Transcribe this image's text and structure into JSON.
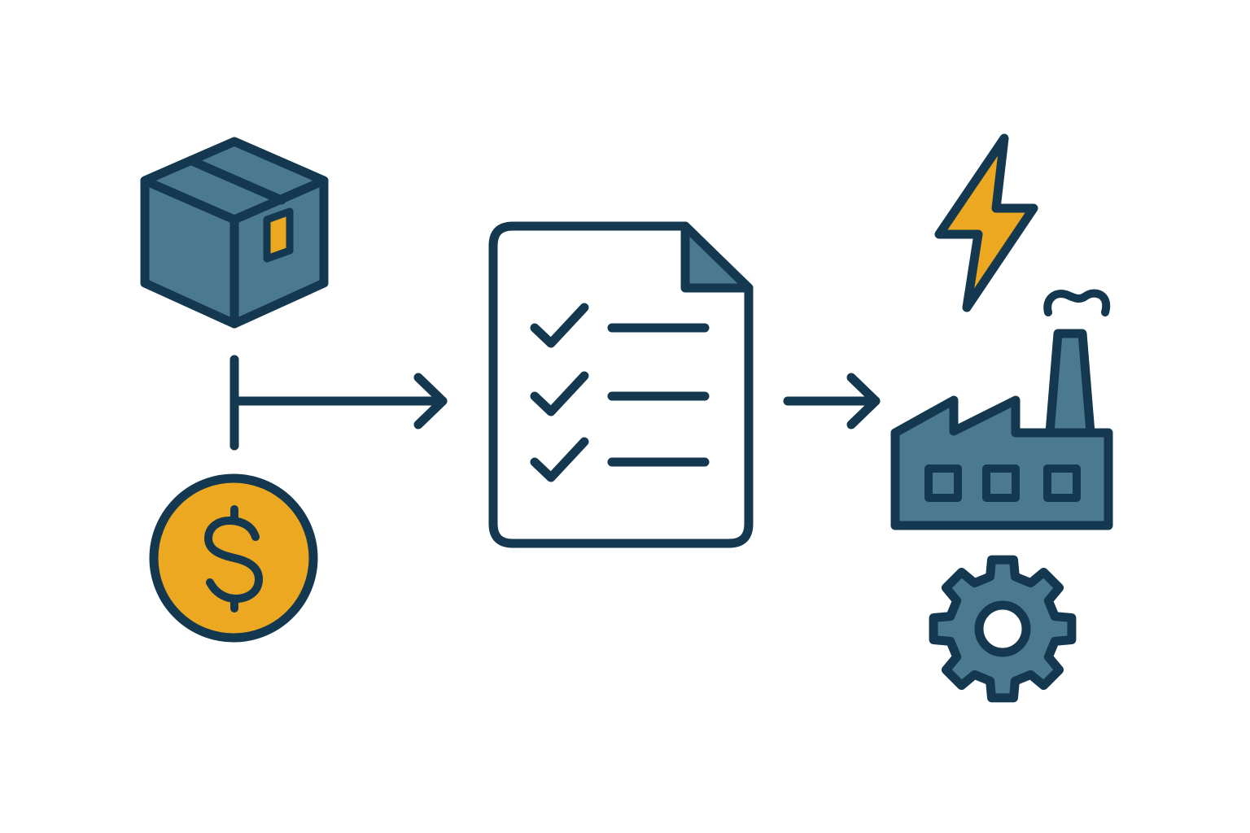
{
  "colors": {
    "stroke": "#14384f",
    "fill_blue": "#4b7a8e",
    "fill_gold": "#eda821",
    "paper": "#ffffff",
    "background": "#ffffff"
  },
  "nodes": [
    {
      "id": "package",
      "icon": "package-box-icon"
    },
    {
      "id": "money",
      "icon": "dollar-coin-icon"
    },
    {
      "id": "checklist",
      "icon": "checklist-document-icon",
      "checked_items": 3
    },
    {
      "id": "energy",
      "icon": "lightning-bolt-icon"
    },
    {
      "id": "factory",
      "icon": "factory-icon",
      "windows": 3
    },
    {
      "id": "machinery",
      "icon": "gear-icon"
    }
  ],
  "edges": [
    {
      "from": [
        "package",
        "money"
      ],
      "to": "checklist",
      "style": "merge-arrow"
    },
    {
      "from": "checklist",
      "to": "factory",
      "style": "arrow"
    }
  ]
}
